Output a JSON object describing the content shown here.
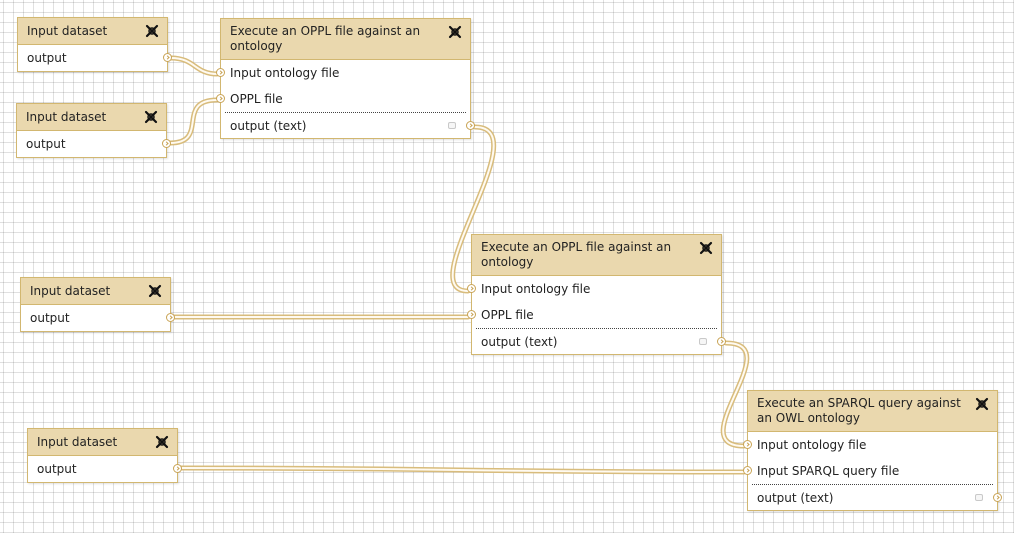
{
  "workflow": {
    "input_nodes": [
      {
        "title": "Input dataset",
        "output_label": "output"
      },
      {
        "title": "Input dataset",
        "output_label": "output"
      },
      {
        "title": "Input dataset",
        "output_label": "output"
      },
      {
        "title": "Input dataset",
        "output_label": "output"
      }
    ],
    "tool_nodes": [
      {
        "title": "Execute an OPPL file against an ontology",
        "inputs": [
          "Input ontology file",
          "OPPL file"
        ],
        "output_label": "output (text)"
      },
      {
        "title": "Execute an OPPL file against an ontology",
        "inputs": [
          "Input ontology file",
          "OPPL file"
        ],
        "output_label": "output (text)"
      },
      {
        "title": "Execute an SPARQL query against an OWL ontology",
        "inputs": [
          "Input ontology file",
          "Input SPARQL query file"
        ],
        "output_label": "output (text)"
      }
    ]
  },
  "icons": {
    "close": "close-icon",
    "terminal": "terminal-arrow-icon",
    "pin": "pin-icon"
  },
  "colors": {
    "node_header": "#ead8ae",
    "node_border": "#d2b770",
    "connector": "#d8bc7c"
  }
}
